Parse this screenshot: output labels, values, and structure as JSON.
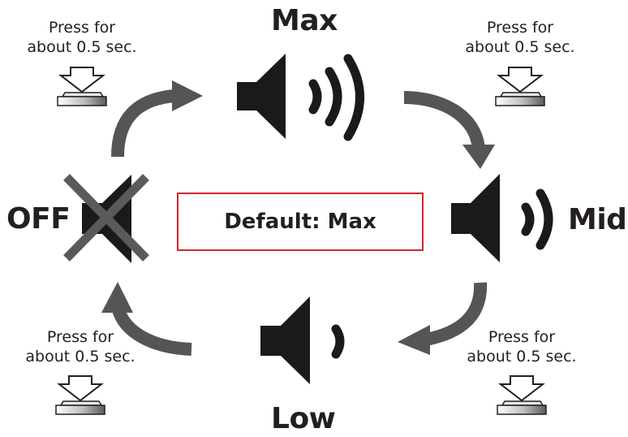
{
  "levels": {
    "max": "Max",
    "mid": "Mid",
    "low": "Low",
    "off": "OFF"
  },
  "press_hints": {
    "top_left": {
      "line1": "Press for",
      "line2": "about 0.5 sec."
    },
    "top_right": {
      "line1": "Press for",
      "line2": "about 0.5 sec."
    },
    "bottom_left": {
      "line1": "Press for",
      "line2": "about 0.5 sec."
    },
    "bottom_right": {
      "line1": "Press for",
      "line2": "about 0.5 sec."
    }
  },
  "default_label": "Default: Max",
  "colors": {
    "text": "#231f20",
    "speaker": "#1a1a1a",
    "arrow": "#555555",
    "cross": "#5a5a5a",
    "default_border": "#d4232c"
  },
  "icons": {
    "speaker": "speaker-icon",
    "cycle_arrow": "curved-arrow-icon",
    "press": "press-button-icon"
  }
}
